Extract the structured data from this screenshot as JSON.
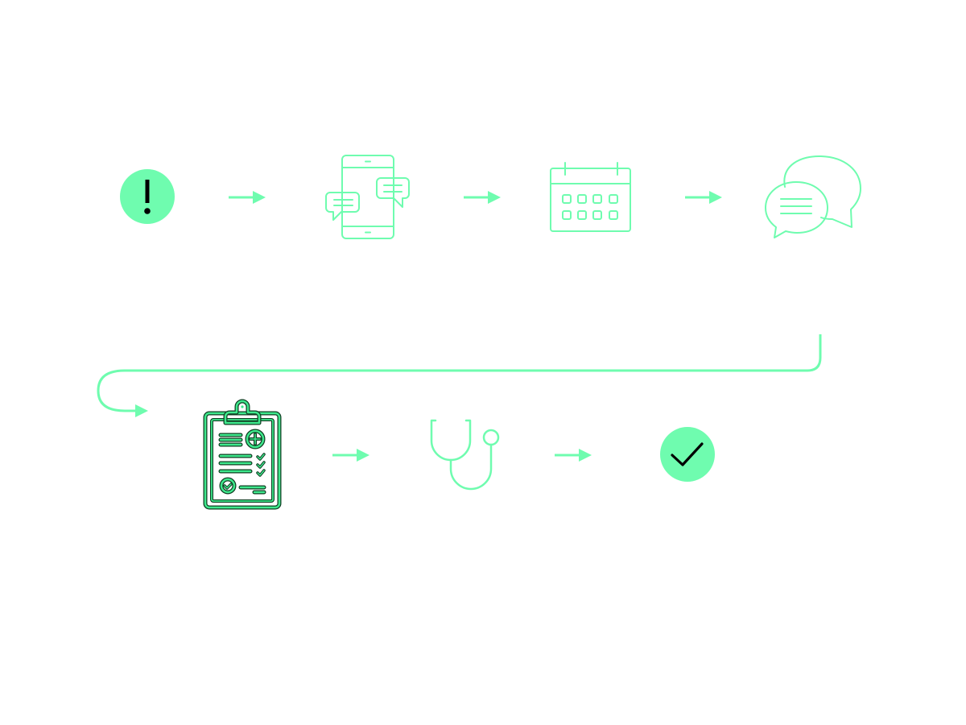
{
  "diagram": {
    "title": "",
    "colors": {
      "accent": "#6ffcaf",
      "dark": "#0f3d22",
      "icon_stroke_green": "#3ee88c",
      "glyph": "#000000",
      "background": "#ffffff"
    },
    "steps": [
      {
        "id": "alert",
        "icon": "exclamation-icon",
        "style": "filled-circle"
      },
      {
        "id": "mobile-chat",
        "icon": "smartphone-chat-icon",
        "style": "outline"
      },
      {
        "id": "calendar",
        "icon": "calendar-icon",
        "style": "outline"
      },
      {
        "id": "conversation",
        "icon": "speech-bubbles-icon",
        "style": "outline"
      },
      {
        "id": "medical-report",
        "icon": "clipboard-medical-icon",
        "style": "dual-stroke"
      },
      {
        "id": "doctor-visit",
        "icon": "stethoscope-icon",
        "style": "outline"
      },
      {
        "id": "done",
        "icon": "checkmark-icon",
        "style": "filled-circle"
      }
    ],
    "connections": [
      {
        "from": "alert",
        "to": "mobile-chat",
        "type": "arrow"
      },
      {
        "from": "mobile-chat",
        "to": "calendar",
        "type": "arrow"
      },
      {
        "from": "calendar",
        "to": "conversation",
        "type": "arrow"
      },
      {
        "from": "conversation",
        "to": "medical-report",
        "type": "wrap-around-arrow"
      },
      {
        "from": "medical-report",
        "to": "doctor-visit",
        "type": "arrow"
      },
      {
        "from": "doctor-visit",
        "to": "done",
        "type": "arrow"
      }
    ]
  }
}
